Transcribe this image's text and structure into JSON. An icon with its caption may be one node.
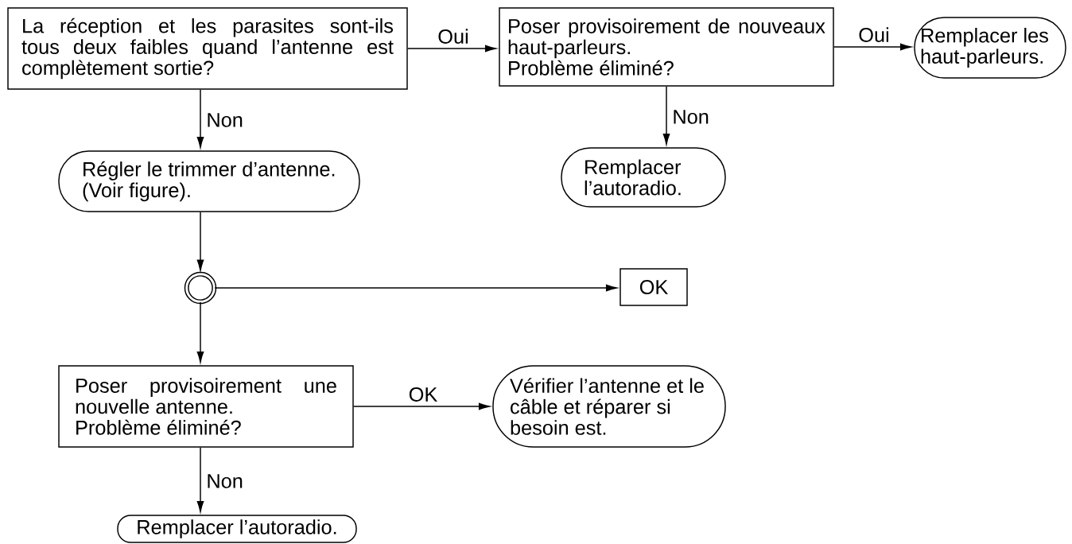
{
  "diagram": {
    "nodes": [
      {
        "text": [
          "La réception et les parasites sont-ils tous deux faibles quand l’antenne est complètement sortie?"
        ]
      },
      {
        "text": [
          "Poser provisoirement de nouveaux haut-parleurs.",
          "Problème éliminé?"
        ]
      },
      {
        "text": [
          "Remplacer les haut-parleurs."
        ]
      },
      {
        "text": [
          "Remplacer l’autoradio."
        ]
      },
      {
        "text": [
          "Régler le trimmer d’antenne. (Voir figure)."
        ]
      },
      {
        "text": [],
        "shape": "circle"
      },
      {
        "text": [
          "OK"
        ]
      },
      {
        "text": [
          "Poser provisoirement une nouvelle antenne.",
          "Problème éliminé?"
        ]
      },
      {
        "text": [
          "Vérifier l’antenne et le câble et réparer si besoin est."
        ]
      },
      {
        "text": [
          "Remplacer l’autoradio."
        ]
      }
    ],
    "edges": [
      {
        "from": 0,
        "to": 1,
        "arrow": "to",
        "label": "Oui"
      },
      {
        "from": 1,
        "to": 2,
        "arrow": "to",
        "label": "Oui"
      },
      {
        "from": 0,
        "to": 4,
        "arrow": "to",
        "label": "Non"
      },
      {
        "from": 1,
        "to": 3,
        "arrow": "to",
        "label": "Non"
      },
      {
        "from": 4,
        "to": 5,
        "arrow": "to"
      },
      {
        "from": 5,
        "to": 6,
        "arrow": "to"
      },
      {
        "from": 5,
        "to": 7,
        "arrow": "to"
      },
      {
        "from": 7,
        "to": 8,
        "arrow": "to",
        "label": "OK"
      },
      {
        "from": 7,
        "to": 9,
        "arrow": "to",
        "label": "Non"
      }
    ]
  }
}
